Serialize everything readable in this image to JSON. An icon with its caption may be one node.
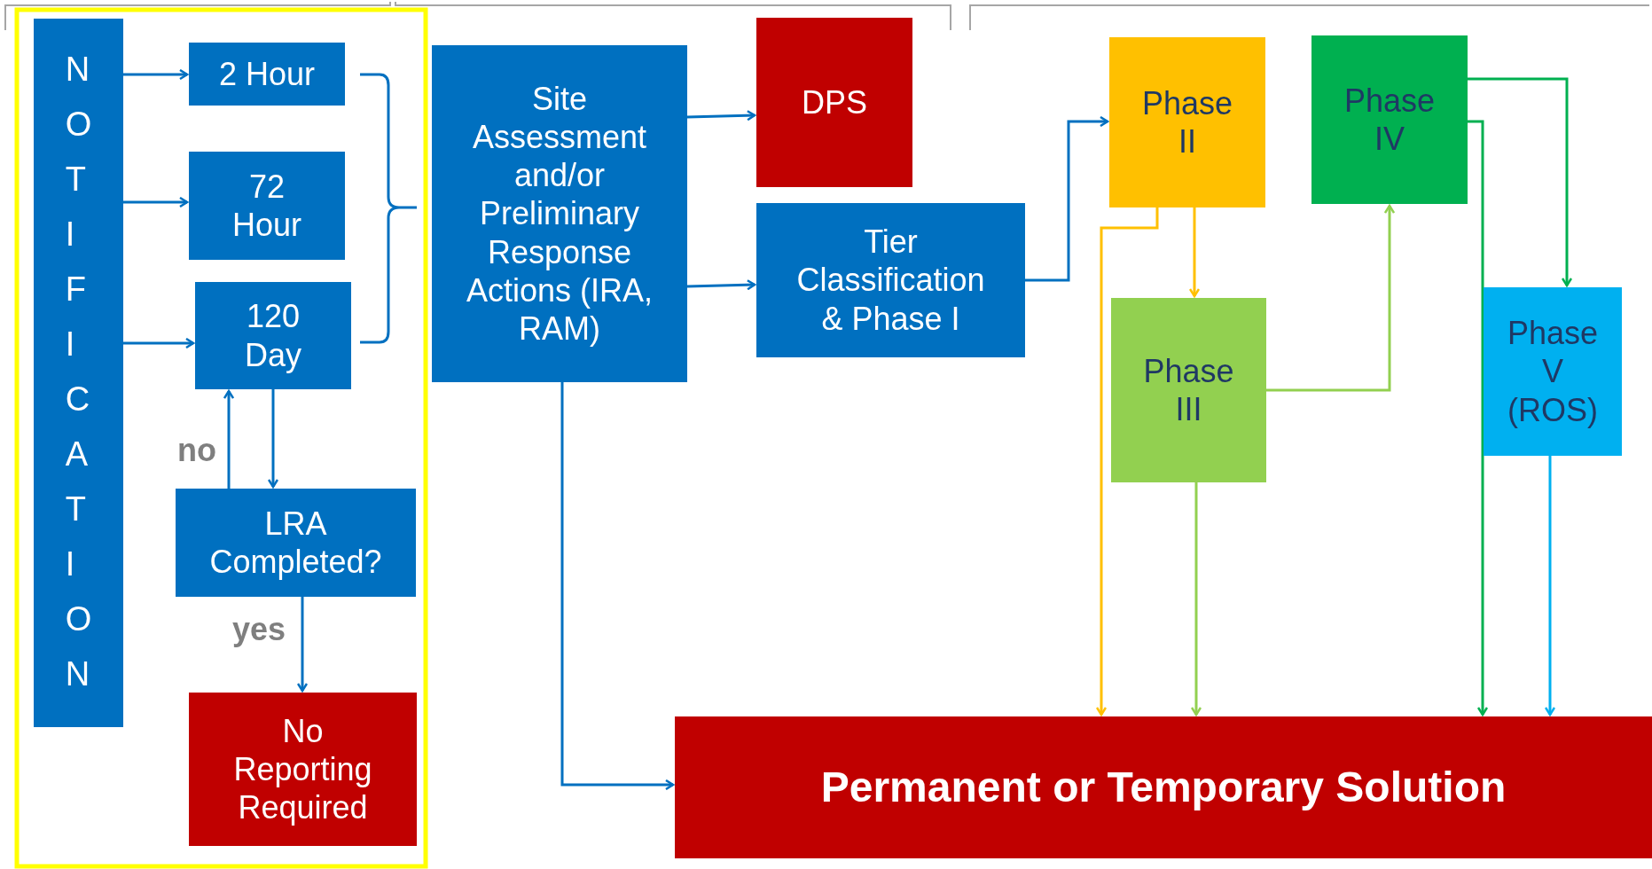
{
  "diagram": {
    "nodes": [
      {
        "text": [
          "NOTIFICATION"
        ]
      },
      {
        "text": [
          "2 Hour"
        ]
      },
      {
        "text": [
          "72 Hour"
        ]
      },
      {
        "text": [
          "120 Day"
        ]
      },
      {
        "text": [
          "LRA Completed?"
        ]
      },
      {
        "text": [
          "No Reporting Required"
        ]
      },
      {
        "text": [
          "Site Assessment and/or Preliminary Response Actions (IRA, RAM)"
        ]
      },
      {
        "text": [
          "DPS"
        ]
      },
      {
        "text": [
          "Tier Classification & Phase I"
        ]
      },
      {
        "text": [
          "Phase II"
        ]
      },
      {
        "text": [
          "Phase IV"
        ]
      },
      {
        "text": [
          "Phase III"
        ]
      },
      {
        "text": [
          "Phase V (ROS)"
        ]
      },
      {
        "text": [
          "Permanent or Temporary Solution"
        ]
      }
    ],
    "edges": [
      {
        "from": 0,
        "to": 1,
        "arrow": "to"
      },
      {
        "from": 0,
        "to": 2,
        "arrow": "to"
      },
      {
        "from": 0,
        "to": 3,
        "arrow": "to"
      },
      {
        "from": 3,
        "to": 4,
        "arrow": "to"
      },
      {
        "from": 4,
        "to": 3,
        "arrow": "to",
        "label": "no"
      },
      {
        "from": 4,
        "to": 5,
        "arrow": "to",
        "label": "yes"
      },
      {
        "from": 6,
        "to": 7,
        "arrow": "to"
      },
      {
        "from": 6,
        "to": 8,
        "arrow": "to"
      },
      {
        "from": 6,
        "to": 13,
        "arrow": "to"
      },
      {
        "from": 8,
        "to": 9,
        "arrow": "to"
      },
      {
        "from": 9,
        "to": 11,
        "arrow": "to",
        "color": "#ffc000"
      },
      {
        "from": 9,
        "to": 13,
        "arrow": "to",
        "color": "#ffc000"
      },
      {
        "from": 11,
        "to": 10,
        "arrow": "to",
        "color": "#92d050"
      },
      {
        "from": 11,
        "to": 13,
        "arrow": "to",
        "color": "#92d050"
      },
      {
        "from": 10,
        "to": 12,
        "arrow": "to",
        "color": "#00b050"
      },
      {
        "from": 10,
        "to": 13,
        "arrow": "to",
        "color": "#00b050"
      },
      {
        "from": 12,
        "to": 13,
        "arrow": "to",
        "color": "#00b0f0"
      }
    ]
  }
}
